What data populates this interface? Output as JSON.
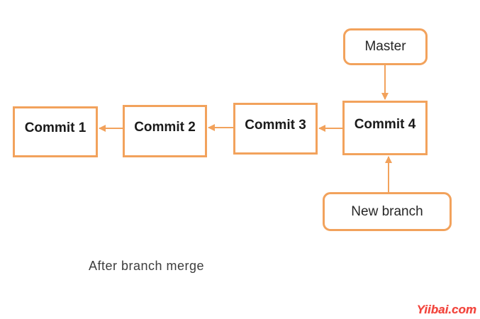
{
  "diagram": {
    "nodes": {
      "commit1": {
        "label": "Commit 1",
        "shape": "rectangle"
      },
      "commit2": {
        "label": "Commit 2",
        "shape": "rectangle"
      },
      "commit3": {
        "label": "Commit 3",
        "shape": "rectangle"
      },
      "commit4": {
        "label": "Commit 4",
        "shape": "rectangle"
      },
      "master": {
        "label": "Master",
        "shape": "rounded-rectangle"
      },
      "new_branch": {
        "label": "New branch",
        "shape": "rounded-rectangle"
      }
    },
    "edges": [
      {
        "from": "Commit 2",
        "to": "Commit 1",
        "direction": "left"
      },
      {
        "from": "Commit 3",
        "to": "Commit 2",
        "direction": "left"
      },
      {
        "from": "Commit 4",
        "to": "Commit 3",
        "direction": "left"
      },
      {
        "from": "Master",
        "to": "Commit 4",
        "direction": "down"
      },
      {
        "from": "New branch",
        "to": "Commit 4",
        "direction": "up"
      }
    ],
    "caption": "After branch merge",
    "watermark": "Yiibai.com",
    "colors": {
      "box_border": "#F2A25C",
      "arrow": "#F2A25C",
      "node_text": "#1A1A1A",
      "caption_text": "#3D3D3D",
      "watermark_text": "#F1433B",
      "background": "#FFFFFF"
    }
  }
}
